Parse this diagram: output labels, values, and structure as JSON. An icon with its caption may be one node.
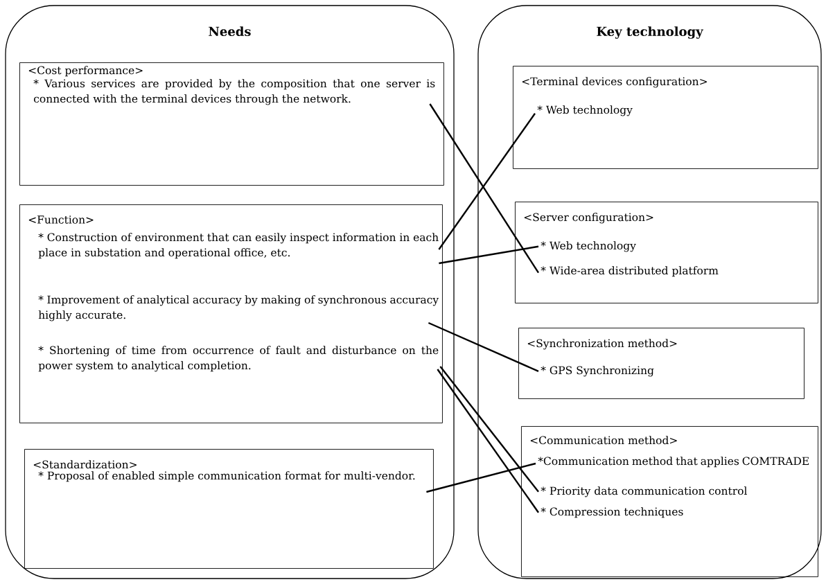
{
  "diagram": {
    "nodes": [
      {
        "text": [
          "Needs"
        ]
      },
      {
        "text": [
          "<Cost performance>"
        ],
        "in": 0
      },
      {
        "text": [
          "* Various services are provided by the composition that one server is connected with the terminal devices through the network."
        ],
        "in": 1
      },
      {
        "text": [
          "<Function>"
        ],
        "in": 0
      },
      {
        "text": [
          "* Construction of environment that can easily inspect information in each place in substation and operational office, etc."
        ],
        "in": 3
      },
      {
        "text": [
          "* Improvement of analytical accuracy by making of synchronous accuracy highly accurate."
        ],
        "in": 3
      },
      {
        "text": [
          "* Shortening of time from occurrence of fault and disturbance on the power system to analytical completion."
        ],
        "in": 3
      },
      {
        "text": [
          "<Standardization>"
        ],
        "in": 0
      },
      {
        "text": [
          "* Proposal of enabled simple communication format for multi-vendor."
        ],
        "in": 7
      },
      {
        "text": [
          "Key technology"
        ]
      },
      {
        "text": [
          "<Terminal devices configuration>"
        ],
        "in": 9
      },
      {
        "text": [
          "* Web technology"
        ],
        "in": 10
      },
      {
        "text": [
          "<Server configuration>"
        ],
        "in": 9
      },
      {
        "text": [
          "* Web technology"
        ],
        "in": 12
      },
      {
        "text": [
          "* Wide-area distributed platform"
        ],
        "in": 12
      },
      {
        "text": [
          "<Synchronization method>"
        ],
        "in": 9
      },
      {
        "text": [
          "* GPS Synchronizing"
        ],
        "in": 15
      },
      {
        "text": [
          "<Communication method>"
        ],
        "in": 9
      },
      {
        "text": [
          "*Communication method that applies COMTRADE"
        ],
        "in": 17
      },
      {
        "text": [
          "* Priority data communication control"
        ],
        "in": 17
      },
      {
        "text": [
          "* Compression techniques"
        ],
        "in": 17
      }
    ],
    "edges": [
      {
        "from": 2,
        "to": 14,
        "arrow": "none"
      },
      {
        "from": 4,
        "to": 11,
        "arrow": "none"
      },
      {
        "from": 4,
        "to": 13,
        "arrow": "none"
      },
      {
        "from": 5,
        "to": 16,
        "arrow": "none"
      },
      {
        "from": 6,
        "to": 19,
        "arrow": "none"
      },
      {
        "from": 6,
        "to": 20,
        "arrow": "none"
      },
      {
        "from": 8,
        "to": 18,
        "arrow": "none"
      }
    ]
  }
}
